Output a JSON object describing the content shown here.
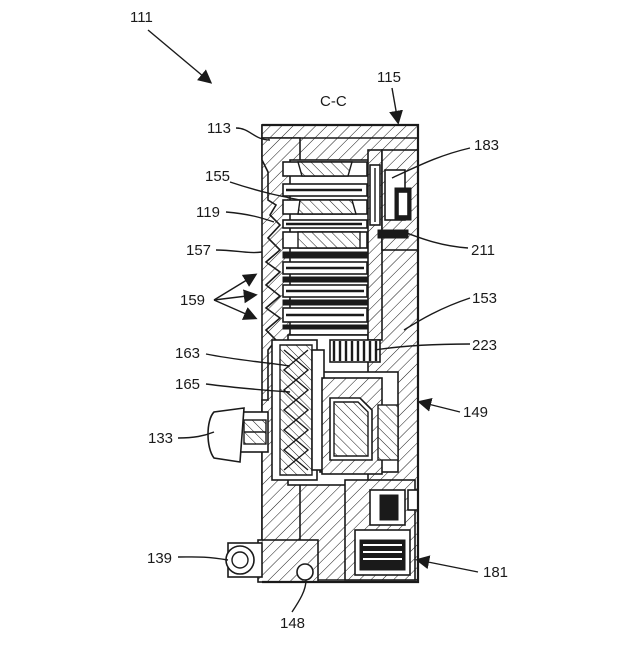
{
  "figure": {
    "section_label": "C-C",
    "callouts": [
      {
        "id": "c111",
        "text": "111"
      },
      {
        "id": "c115",
        "text": "115"
      },
      {
        "id": "c113",
        "text": "113"
      },
      {
        "id": "c183",
        "text": "183"
      },
      {
        "id": "c155",
        "text": "155"
      },
      {
        "id": "c119",
        "text": "119"
      },
      {
        "id": "c157",
        "text": "157"
      },
      {
        "id": "c211",
        "text": "211"
      },
      {
        "id": "c159",
        "text": "159"
      },
      {
        "id": "c153",
        "text": "153"
      },
      {
        "id": "c163",
        "text": "163"
      },
      {
        "id": "c223",
        "text": "223"
      },
      {
        "id": "c165",
        "text": "165"
      },
      {
        "id": "c149",
        "text": "149"
      },
      {
        "id": "c133",
        "text": "133"
      },
      {
        "id": "c139",
        "text": "139"
      },
      {
        "id": "c181",
        "text": "181"
      },
      {
        "id": "c148",
        "text": "148"
      }
    ]
  }
}
